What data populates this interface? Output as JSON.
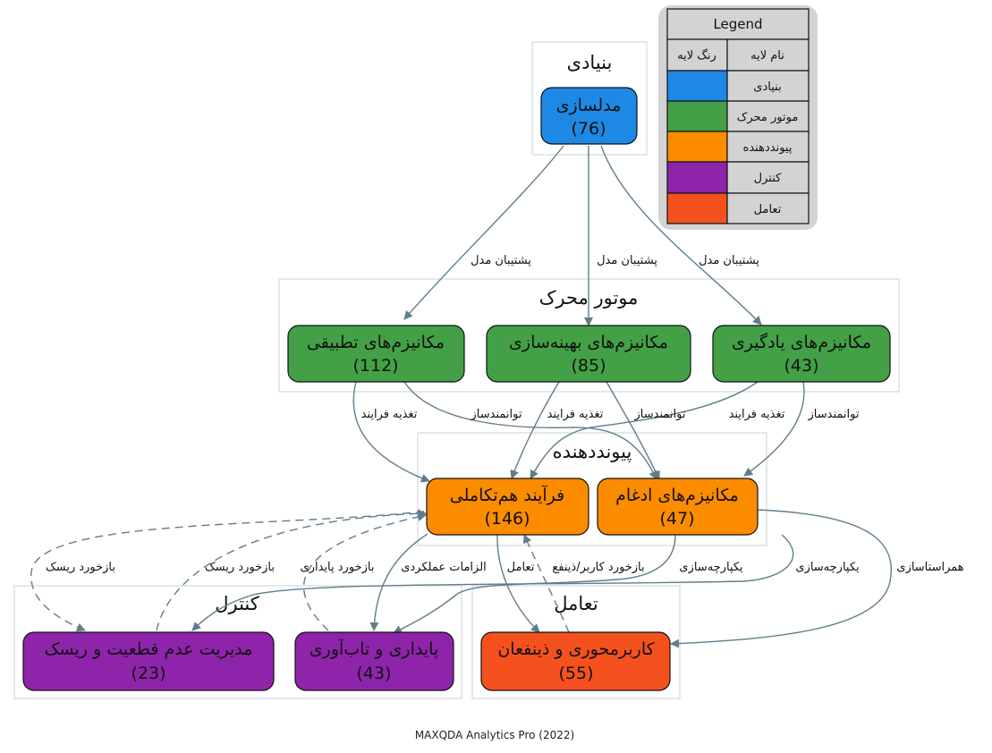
{
  "footer": "MAXQDA Analytics Pro (2022)",
  "legend": {
    "title": "Legend",
    "header_name": "نام لایه",
    "header_color": "رنگ لایه",
    "rows": [
      {
        "label": "بنیادی",
        "color": "#1e88e5"
      },
      {
        "label": "موتور محرک",
        "color": "#43a047"
      },
      {
        "label": "پیونددهنده",
        "color": "#fb8c00"
      },
      {
        "label": "کنترل",
        "color": "#8e24aa"
      },
      {
        "label": "تعامل",
        "color": "#f4511e"
      }
    ]
  },
  "clusters": {
    "foundation": {
      "title": "بنیادی"
    },
    "engine": {
      "title": "موتور محرک"
    },
    "connector": {
      "title": "پیونددهنده"
    },
    "control": {
      "title": "کنترل"
    },
    "interaction": {
      "title": "تعامل"
    }
  },
  "nodes": {
    "modeling": {
      "label": "مدلسازی",
      "count": "(76)",
      "color": "#1e88e5"
    },
    "applied": {
      "label": "مکانیزم‌های تطبیقی",
      "count": "(112)",
      "color": "#43a047"
    },
    "optimization": {
      "label": "مکانیزم‌های بهینه‌سازی",
      "count": "(85)",
      "color": "#43a047"
    },
    "learning": {
      "label": "مکانیزم‌های یادگیری",
      "count": "(43)",
      "color": "#43a047"
    },
    "coevolution": {
      "label": "فرآیند هم‌تکاملی",
      "count": "(146)",
      "color": "#fb8c00"
    },
    "integration": {
      "label": "مکانیزم‌های ادغام",
      "count": "(47)",
      "color": "#fb8c00"
    },
    "uncertainty": {
      "label": "مدیریت عدم قطعیت و ریسک",
      "count": "(23)",
      "color": "#8e24aa"
    },
    "resilience": {
      "label": "پایداری و تاب‌آوری",
      "count": "(43)",
      "color": "#8e24aa"
    },
    "stakeholder": {
      "label": "کاربرمحوری و ذینفعان",
      "count": "(55)",
      "color": "#f4511e"
    }
  },
  "edges": {
    "support1": "پشتیبان مدل",
    "support2": "پشتیبان مدل",
    "support3": "پشتیبان مدل",
    "feed1": "تغذیه فرایند",
    "enable1": "توانمندساز",
    "feed2": "تغذیه فرایند",
    "enable2": "توانمندساز",
    "feed3": "تغذیه فرایند",
    "enable3": "توانمندساز",
    "riskfb1": "بازخورد ریسک",
    "riskfb2": "بازخورد ریسک",
    "stabfb": "بازخورد پایداری",
    "perf": "الزامات عملکردی",
    "interact": "تعامل",
    "userfb": "بازخورد کاربر/ذینفع",
    "integ1": "یکپارچه‌سازی",
    "integ2": "یکپارچه‌سازی",
    "align": "همراستاسازی"
  }
}
